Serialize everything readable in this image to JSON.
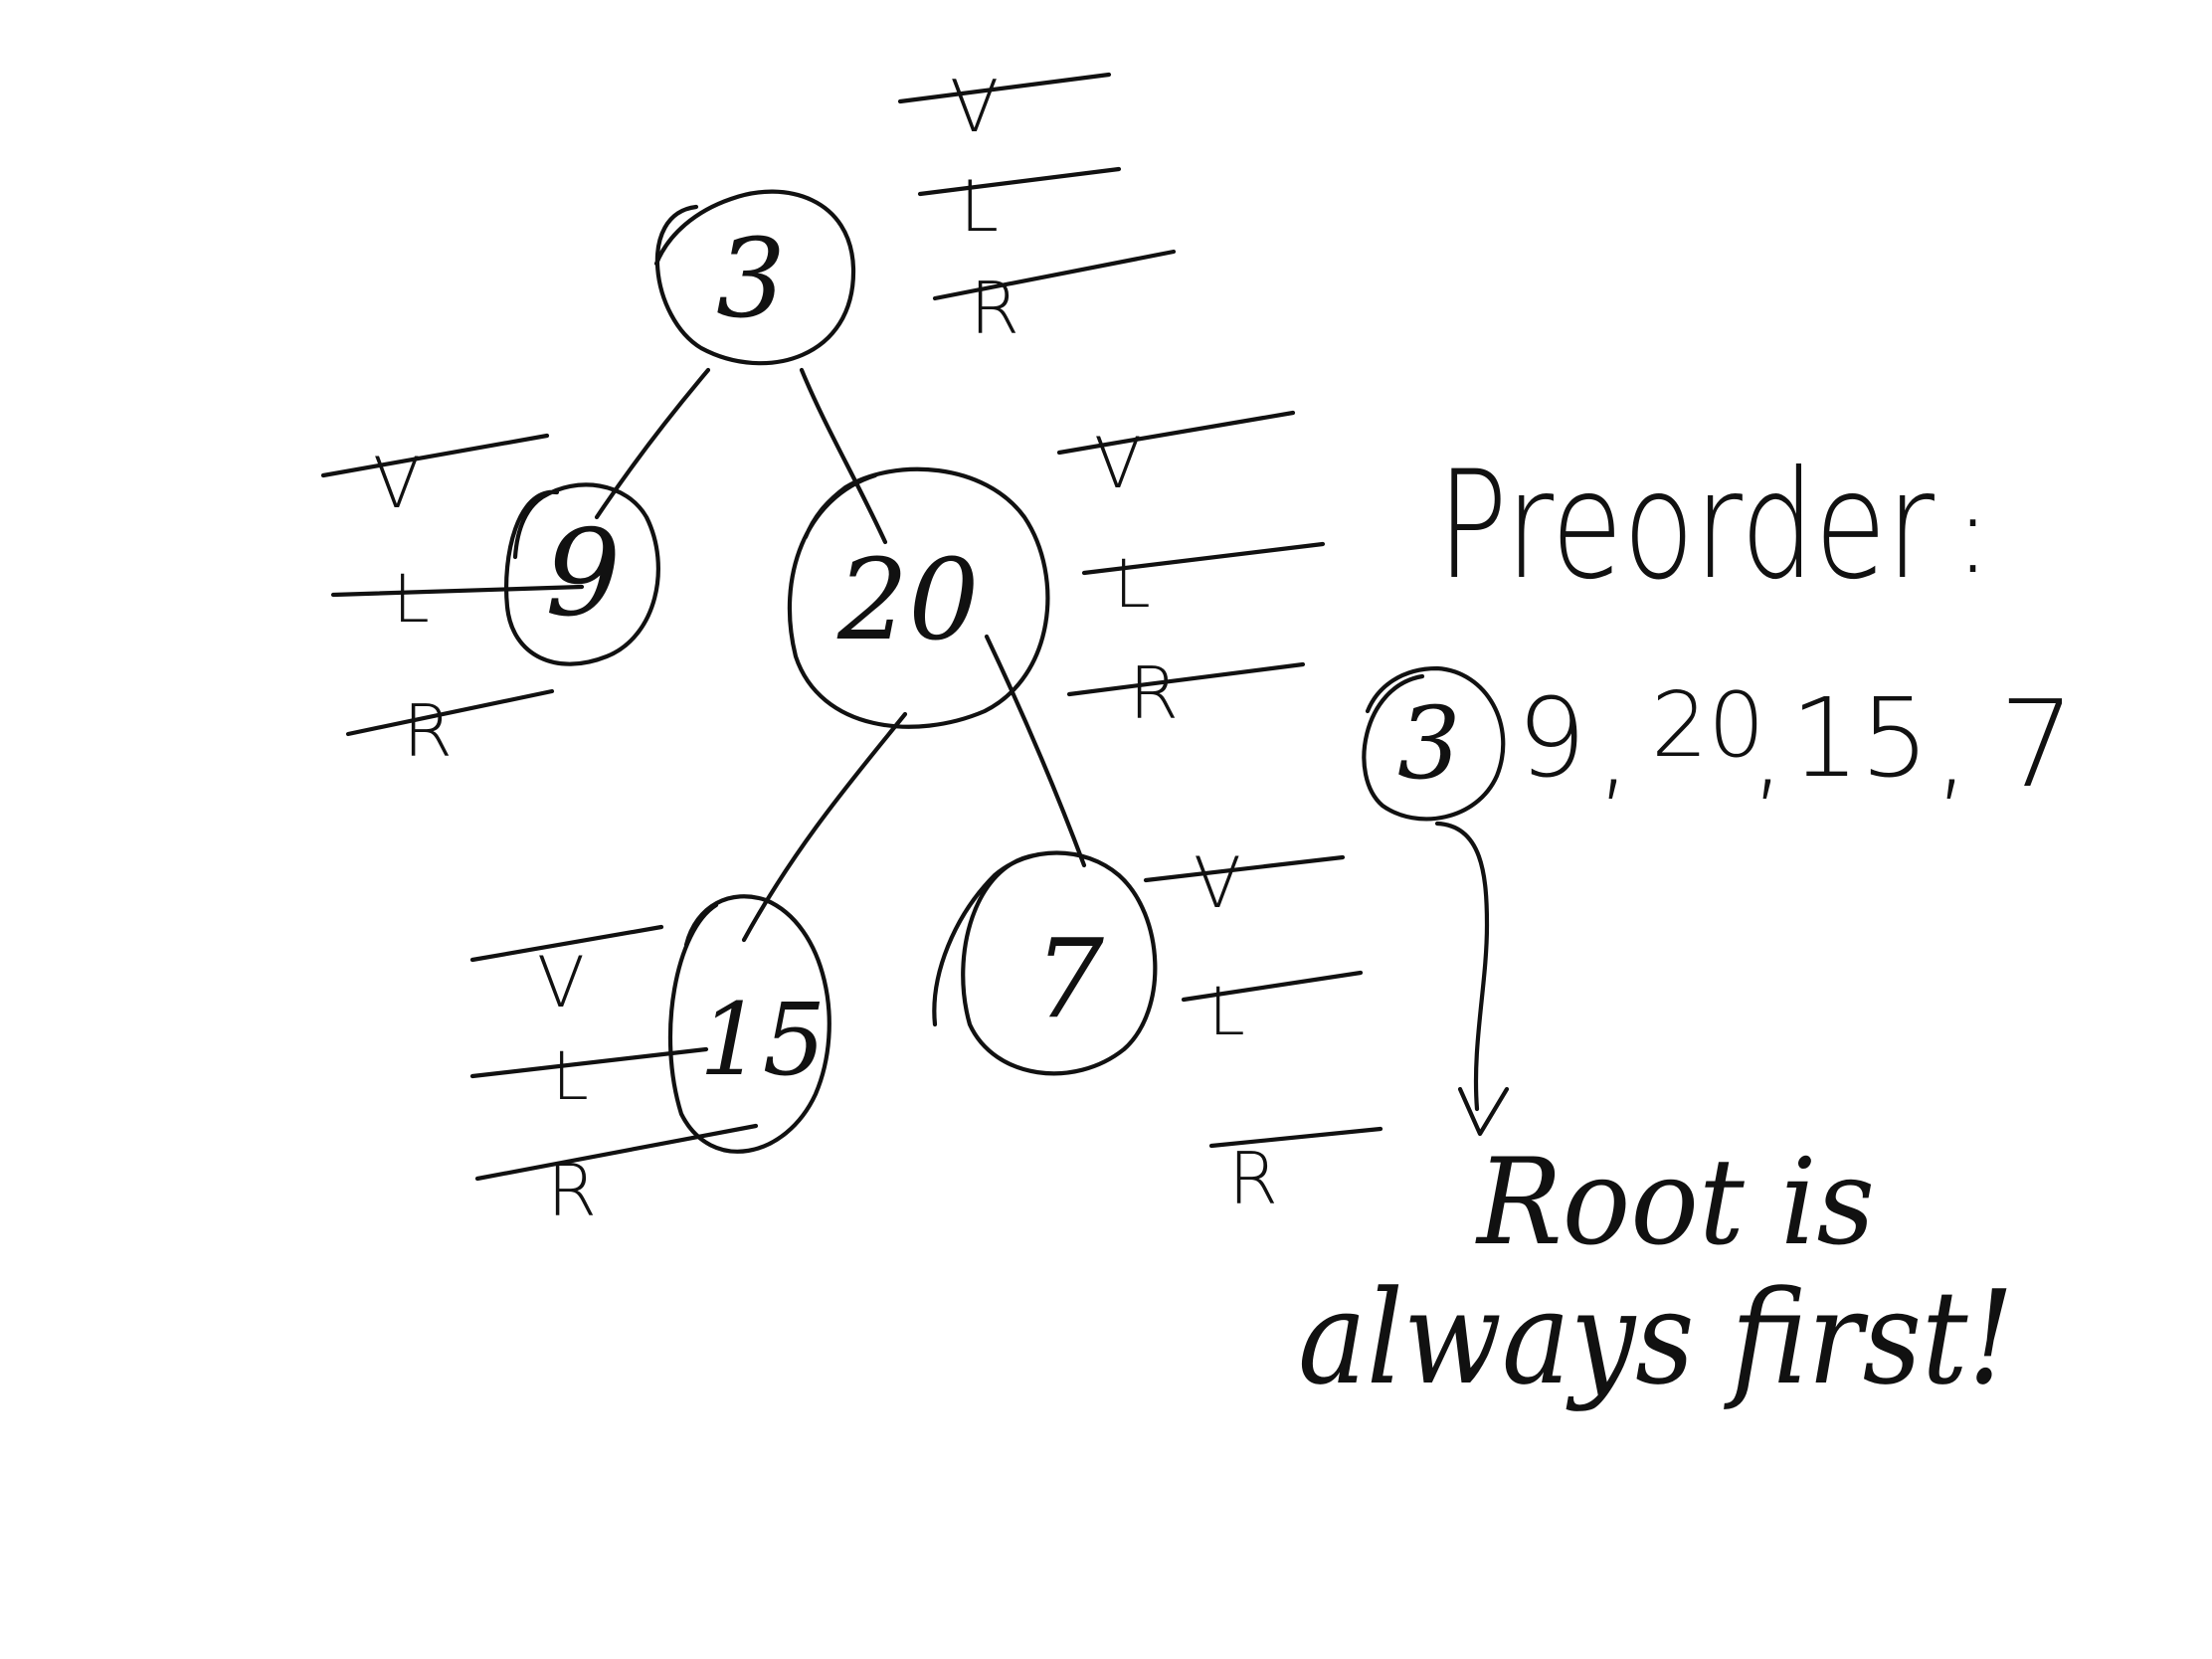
{
  "tree": {
    "nodes": [
      {
        "id": "root",
        "label": "3"
      },
      {
        "id": "left",
        "label": "9"
      },
      {
        "id": "right",
        "label": "20"
      },
      {
        "id": "right-left",
        "label": "15"
      },
      {
        "id": "right-right",
        "label": "7"
      }
    ],
    "edges": [
      {
        "from": "root",
        "to": "left"
      },
      {
        "from": "root",
        "to": "right"
      },
      {
        "from": "right",
        "to": "right-left"
      },
      {
        "from": "right",
        "to": "right-right"
      }
    ]
  },
  "checklist_letters": [
    "V",
    "L",
    "R"
  ],
  "preorder": {
    "heading": "Preorder",
    "colon": ":",
    "circled_first": "3",
    "rest": [
      "9",
      "20",
      "15",
      "7"
    ],
    "separator": ","
  },
  "note": {
    "line1": "Root is",
    "line2": "always first!"
  },
  "ink_color": "#111111",
  "background": "#ffffff"
}
